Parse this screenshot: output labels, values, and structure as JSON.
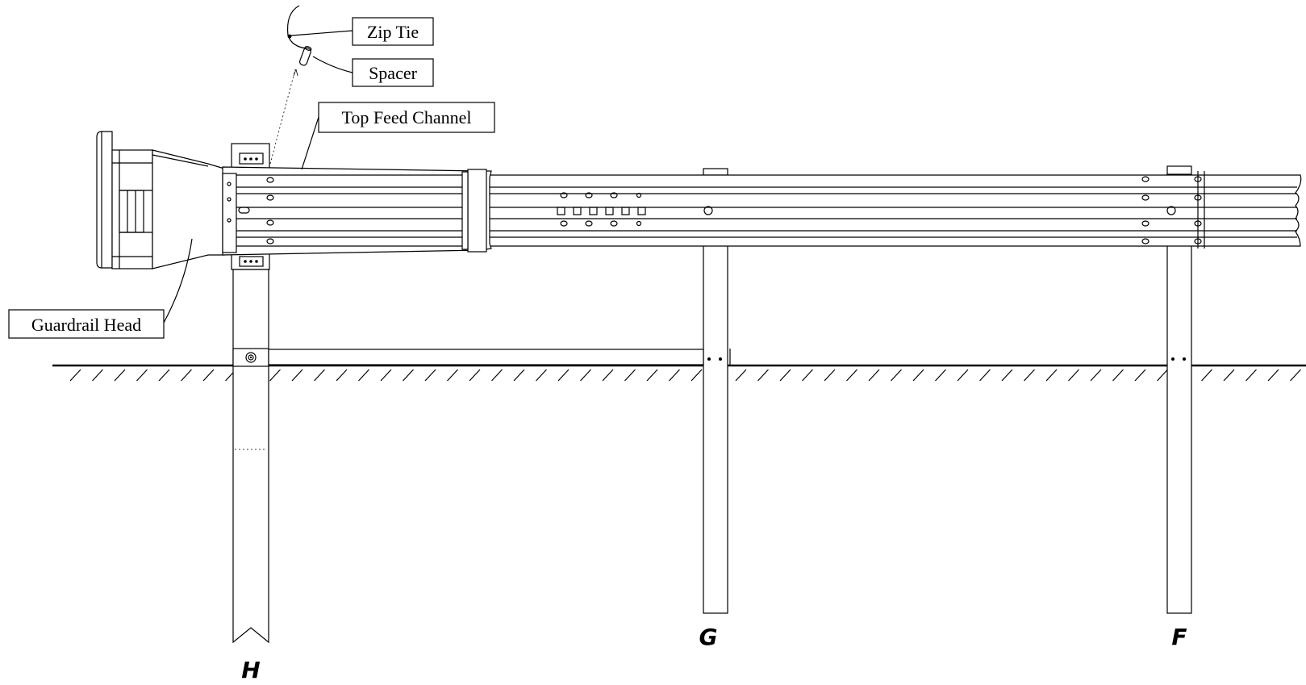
{
  "callouts": {
    "zip_tie": "Zip Tie",
    "spacer": "Spacer",
    "top_feed_channel": "Top Feed Channel",
    "guardrail_head": "Guardrail Head"
  },
  "posts": {
    "h": "H",
    "g": "G",
    "f": "F"
  }
}
